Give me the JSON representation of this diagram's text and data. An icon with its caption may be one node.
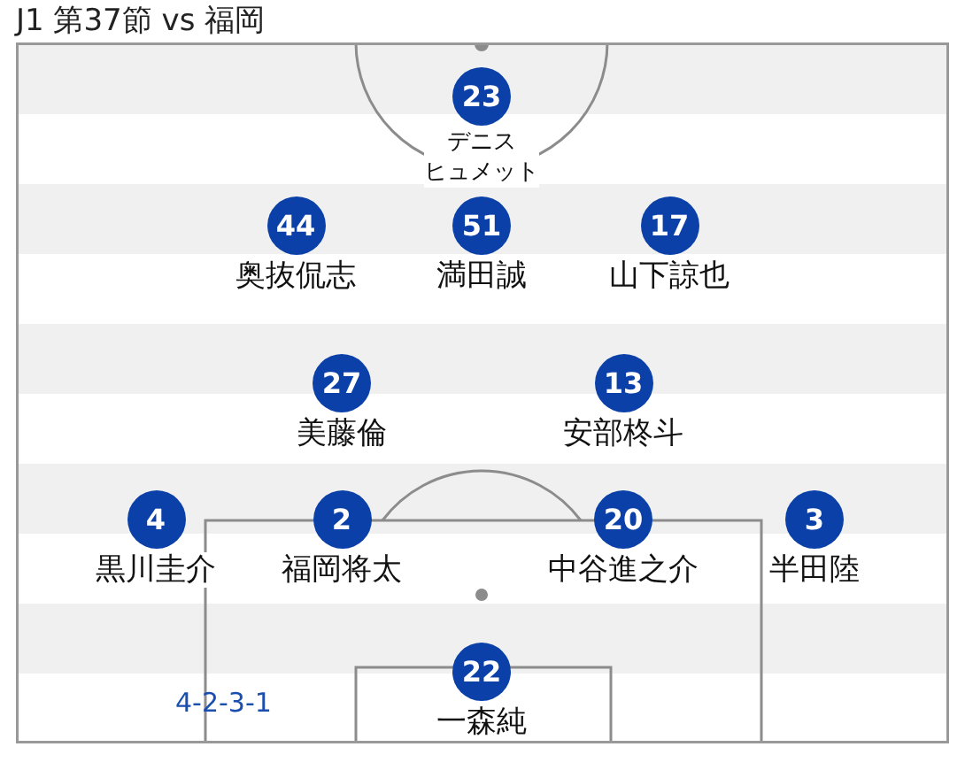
{
  "diagram": {
    "title": "J1 第37節 vs 福岡",
    "nodes": [
      {
        "text": [
          "23",
          "デニスヒュメット"
        ]
      },
      {
        "text": [
          "44",
          "奥抜侃志"
        ]
      },
      {
        "text": [
          "51",
          "満田誠"
        ]
      },
      {
        "text": [
          "17",
          "山下諒也"
        ]
      },
      {
        "text": [
          "27",
          "美藤倫"
        ]
      },
      {
        "text": [
          "13",
          "安部柊斗"
        ]
      },
      {
        "text": [
          "4",
          "黒川圭介"
        ]
      },
      {
        "text": [
          "2",
          "福岡将太"
        ]
      },
      {
        "text": [
          "20",
          "中谷進之介"
        ]
      },
      {
        "text": [
          "3",
          "半田陸"
        ]
      },
      {
        "text": [
          "22",
          "一森純"
        ]
      }
    ],
    "labels": [
      "4-2-3-1"
    ]
  }
}
